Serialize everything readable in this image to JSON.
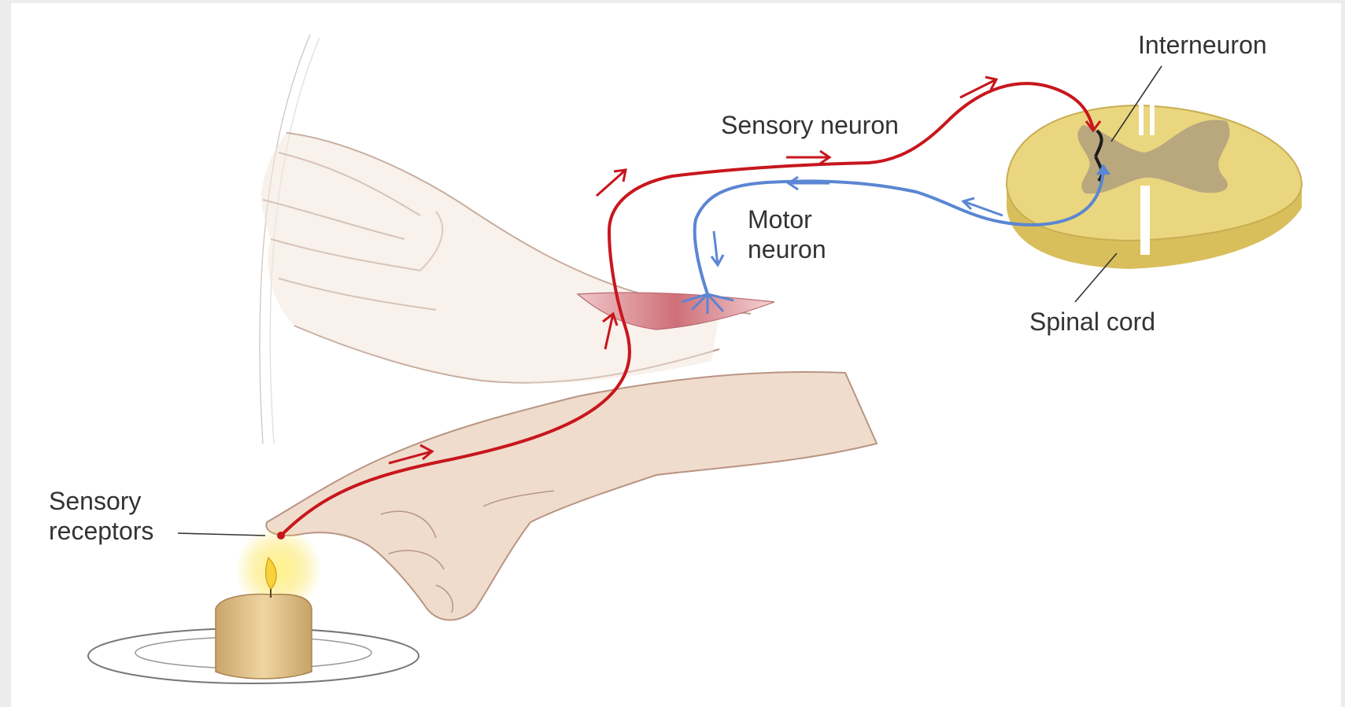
{
  "labels": {
    "interneuron": "Interneuron",
    "sensory_neuron": "Sensory neuron",
    "motor_neuron_line1": "Motor",
    "motor_neuron_line2": "neuron",
    "spinal_cord": "Spinal cord",
    "sensory_receptors_line1": "Sensory",
    "sensory_receptors_line2": "receptors"
  },
  "colors": {
    "sensory_pathway": "#c8161d",
    "motor_pathway": "#5b86d3",
    "spinal_cord_white_matter": "#e9d37b",
    "spinal_cord_grey_matter": "#b9a77e",
    "skin": "#eed5c2",
    "muscle": "#d47f86",
    "candle": "#e3c48c",
    "flame": "#f6dd3c"
  },
  "icons": {
    "stimulus": "candle-icon",
    "cross_section": "spinal-cord-icon"
  }
}
